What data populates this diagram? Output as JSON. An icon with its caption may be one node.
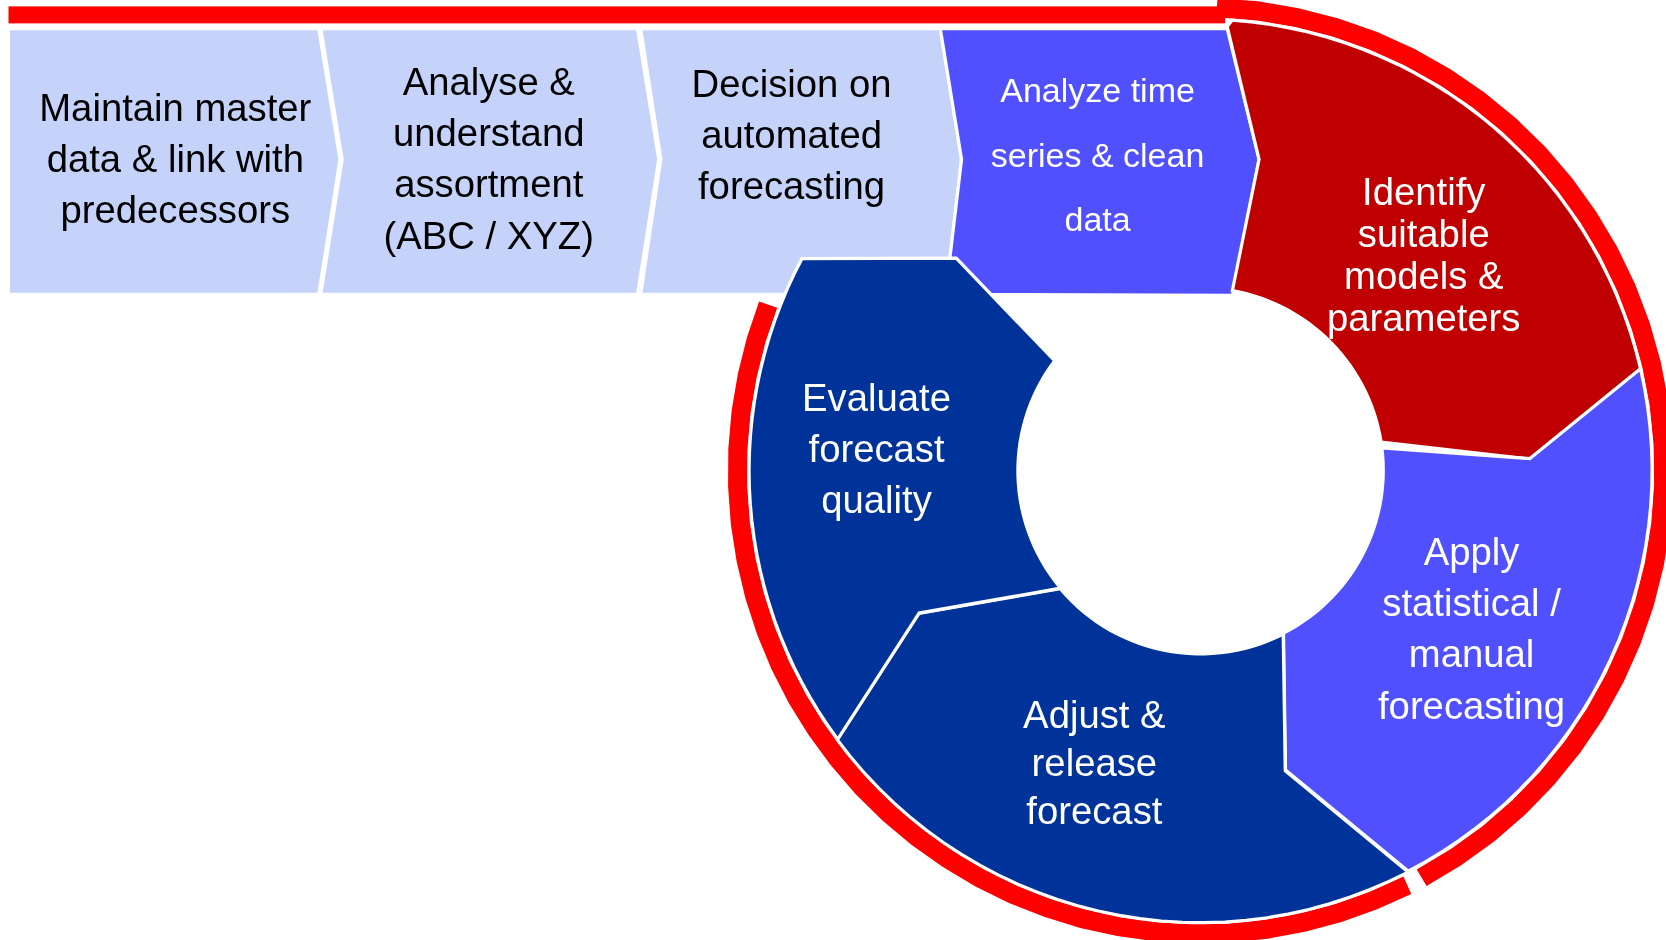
{
  "diagram": {
    "nodes": [
      {
        "text": [
          "Maintain master data & link with predecessors"
        ]
      },
      {
        "text": [
          "Analyse & understand assortment (ABC / XYZ)"
        ]
      },
      {
        "text": [
          "Decision on automated forecasting"
        ]
      },
      {
        "text": [
          "Analyze time series & clean data"
        ]
      },
      {
        "text": [
          "Identify suitable models & parameters"
        ]
      },
      {
        "text": [
          "Apply statistical / manual forecasting"
        ]
      },
      {
        "text": [
          "Adjust & release forecast"
        ]
      },
      {
        "text": [
          "Evaluate forecast quality"
        ]
      }
    ]
  }
}
